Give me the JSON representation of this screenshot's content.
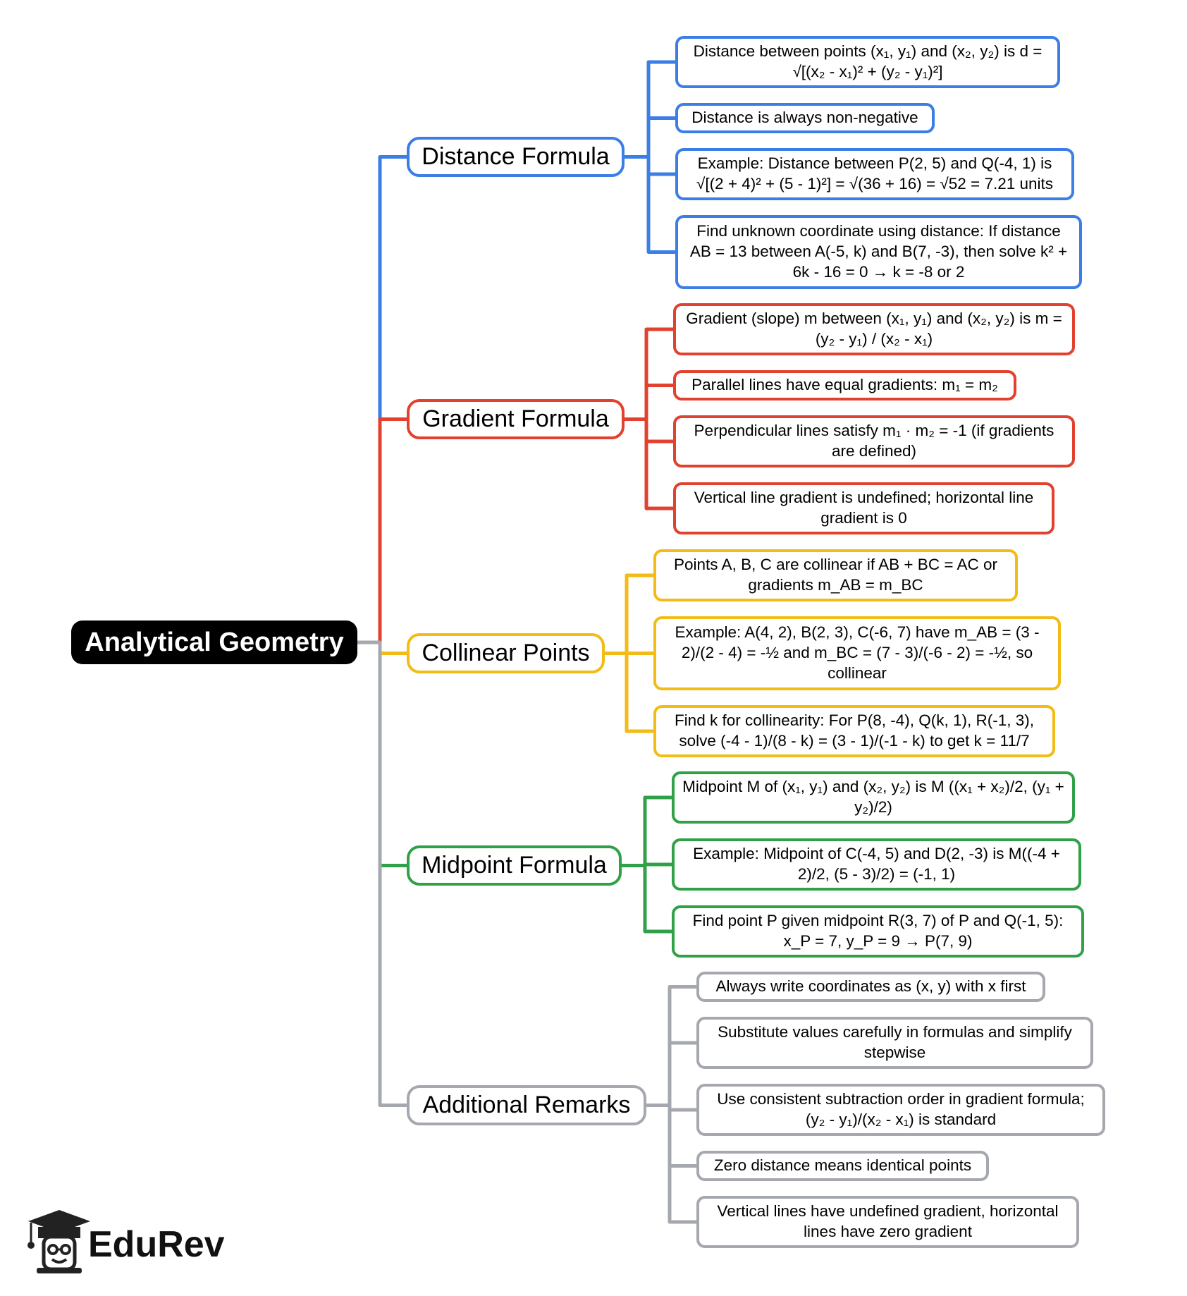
{
  "root": {
    "label": "Analytical Geometry"
  },
  "colors": {
    "blue": "#3b7ee6",
    "red": "#e3412f",
    "yellow": "#f3bb15",
    "green": "#30a148",
    "gray": "#a5a8ae"
  },
  "branches": [
    {
      "key": "distance",
      "label": "Distance Formula",
      "color": "#3b7ee6",
      "items": [
        "Distance between points (x₁, y₁) and (x₂, y₂) is d = √[(x₂ - x₁)² + (y₂ - y₁)²]",
        "Distance is always non-negative",
        "Example: Distance between P(2, 5) and Q(-4, 1) is √[(2 + 4)² + (5 - 1)²] = √(36 + 16) = √52 = 7.21 units",
        "Find unknown coordinate using distance: If distance AB = 13 between A(-5, k) and B(7, -3), then solve k² + 6k - 16 = 0 → k = -8 or 2"
      ]
    },
    {
      "key": "gradient",
      "label": "Gradient Formula",
      "color": "#e3412f",
      "items": [
        "Gradient (slope) m between (x₁, y₁) and (x₂, y₂) is m = (y₂ - y₁) / (x₂ - x₁)",
        "Parallel lines have equal gradients: m₁ = m₂",
        "Perpendicular lines satisfy m₁ · m₂ = -1 (if gradients are defined)",
        "Vertical line gradient is undefined; horizontal line gradient is 0"
      ]
    },
    {
      "key": "collinear",
      "label": "Collinear Points",
      "color": "#f3bb15",
      "items": [
        "Points A, B, C are collinear if AB + BC = AC or gradients m_AB = m_BC",
        "Example: A(4, 2), B(2, 3), C(-6, 7) have m_AB = (3 - 2)/(2 - 4) = -½ and m_BC = (7 - 3)/(-6 - 2) = -½, so collinear",
        "Find k for collinearity: For P(8, -4), Q(k, 1), R(-1, 3), solve (-4 - 1)/(8 - k) = (3 - 1)/(-1 - k) to get k = 11/7"
      ]
    },
    {
      "key": "midpoint",
      "label": "Midpoint Formula",
      "color": "#30a148",
      "items": [
        "Midpoint M of (x₁, y₁) and (x₂, y₂) is M ((x₁ + x₂)/2, (y₁ + y₂)/2)",
        "Example: Midpoint of C(-4, 5) and D(2, -3) is M((-4 + 2)/2, (5 - 3)/2) = (-1, 1)",
        "Find point P given midpoint R(3, 7) of P and Q(-1, 5): x_P = 7, y_P = 9 → P(7, 9)"
      ]
    },
    {
      "key": "remarks",
      "label": "Additional Remarks",
      "color": "#a5a8ae",
      "items": [
        "Always write coordinates as (x, y) with x first",
        "Substitute values carefully in formulas and simplify stepwise",
        "Use consistent subtraction order in gradient formula; (y₂ - y₁)/(x₂ - x₁) is standard",
        "Zero distance means identical points",
        "Vertical lines have undefined gradient, horizontal lines have zero gradient"
      ]
    }
  ],
  "logo": {
    "text": "EduRev",
    "icon": "graduation-cap-icon"
  }
}
